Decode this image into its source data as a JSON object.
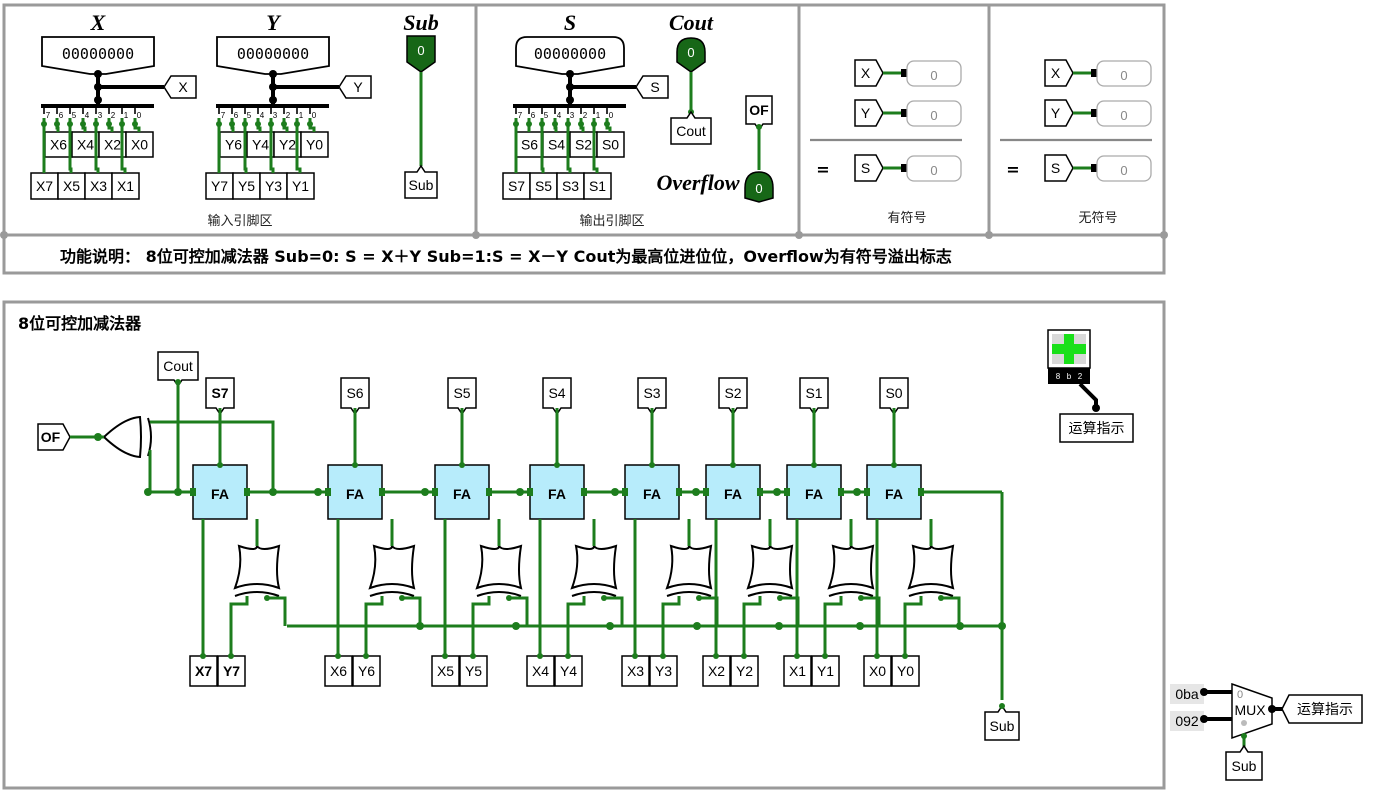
{
  "top": {
    "x_title": "X",
    "y_title": "Y",
    "sub_title": "Sub",
    "s_title": "S",
    "cout_title": "Cout",
    "overflow_title": "Overflow",
    "bits_x": "00000000",
    "bits_y": "00000000",
    "bits_s": "00000000",
    "sub_value": "0",
    "cout_value": "0",
    "of_value": "0",
    "tunnel_x": "X",
    "tunnel_y": "Y",
    "tunnel_s": "S",
    "tunnel_sub": "Sub",
    "tunnel_cout": "Cout",
    "tunnel_of": "OF",
    "x_pins_top": [
      "X6",
      "X4",
      "X2",
      "X0"
    ],
    "x_pins_bottom": [
      "X7",
      "X5",
      "X3",
      "X1"
    ],
    "y_pins_top": [
      "Y6",
      "Y4",
      "Y2",
      "Y0"
    ],
    "y_pins_bottom": [
      "Y7",
      "Y5",
      "Y3",
      "Y1"
    ],
    "s_pins_top": [
      "S6",
      "S4",
      "S2",
      "S0"
    ],
    "s_pins_bottom": [
      "S7",
      "S5",
      "S3",
      "S1"
    ],
    "splitter_bits": [
      "7",
      "6",
      "5",
      "4",
      "3",
      "2",
      "1",
      "0"
    ],
    "input_section": "输入引脚区",
    "output_section": "输出引脚区",
    "signed_section": "有符号",
    "unsigned_section": "无符号",
    "eq_sign": "=",
    "probe_value": "0",
    "probe_labels": [
      "X",
      "Y",
      "S"
    ]
  },
  "description": "功能说明：   8位可控加减法器    Sub=0: S = X＋Y   Sub=1:S = X－Y    Cout为最高位进位位，Overflow为有符号溢出标志",
  "circuit": {
    "title": "8位可控加减法器",
    "cout_label": "Cout",
    "of_label": "OF",
    "sub_label": "Sub",
    "fa_label": "FA",
    "sum_outputs": [
      "S7",
      "S6",
      "S5",
      "S4",
      "S3",
      "S2",
      "S1",
      "S0"
    ],
    "x_inputs": [
      "X7",
      "X6",
      "X5",
      "X4",
      "X3",
      "X2",
      "X1",
      "X0"
    ],
    "y_inputs": [
      "Y7",
      "Y6",
      "Y5",
      "Y4",
      "Y3",
      "Y2",
      "Y1",
      "Y0"
    ],
    "indicator_label": "运算指示",
    "indicator_bits": [
      "8",
      "b",
      "2"
    ]
  },
  "mux": {
    "input0": "0ba",
    "input1": "092",
    "label": "MUX",
    "zero_mark": "0",
    "output_label": "运算指示",
    "select_label": "Sub"
  }
}
